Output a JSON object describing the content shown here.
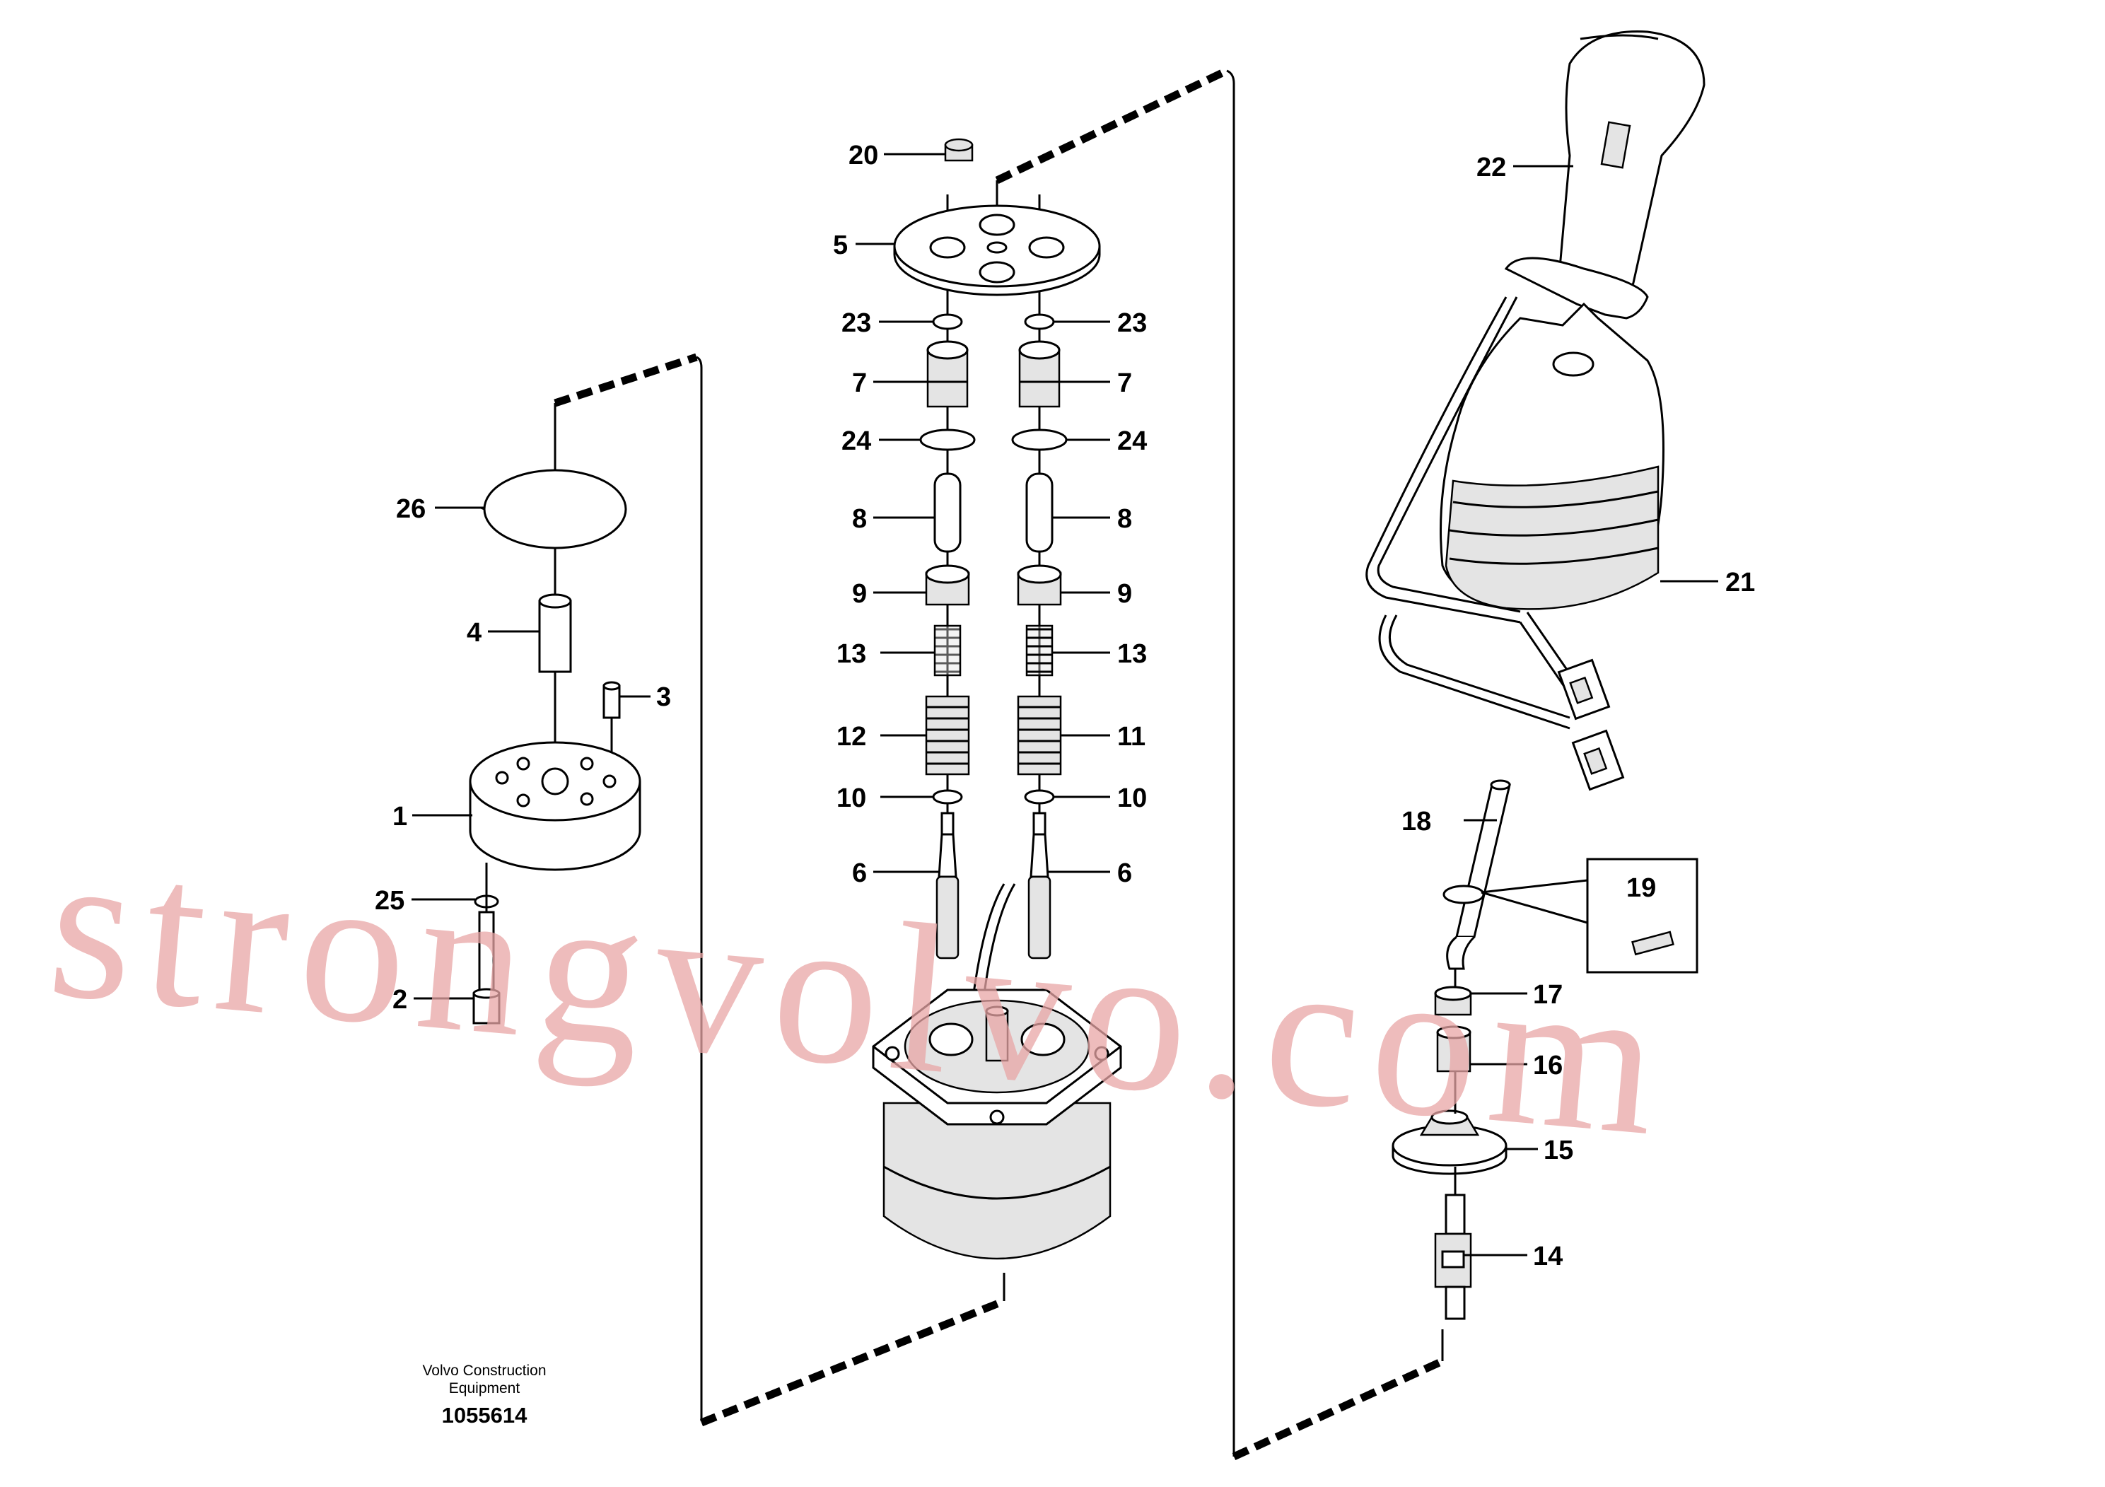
{
  "diagram": {
    "callouts": {
      "c1": "1",
      "c2": "2",
      "c3": "3",
      "c4": "4",
      "c5": "5",
      "c6a": "6",
      "c6b": "6",
      "c7a": "7",
      "c7b": "7",
      "c8a": "8",
      "c8b": "8",
      "c9a": "9",
      "c9b": "9",
      "c10a": "10",
      "c10b": "10",
      "c11": "11",
      "c12": "12",
      "c13a": "13",
      "c13b": "13",
      "c14": "14",
      "c15": "15",
      "c16": "16",
      "c17": "17",
      "c18": "18",
      "c19": "19",
      "c20": "20",
      "c21": "21",
      "c22": "22",
      "c23a": "23",
      "c23b": "23",
      "c24a": "24",
      "c24b": "24",
      "c25": "25",
      "c26": "26"
    },
    "caption": {
      "line1": "Volvo Construction",
      "line2": "Equipment",
      "number": "1055614"
    },
    "watermark": "strongvolvo.com",
    "colors": {
      "watermark": "#e9a6a6",
      "line": "#000000",
      "shade": "#e4e4e4"
    }
  }
}
